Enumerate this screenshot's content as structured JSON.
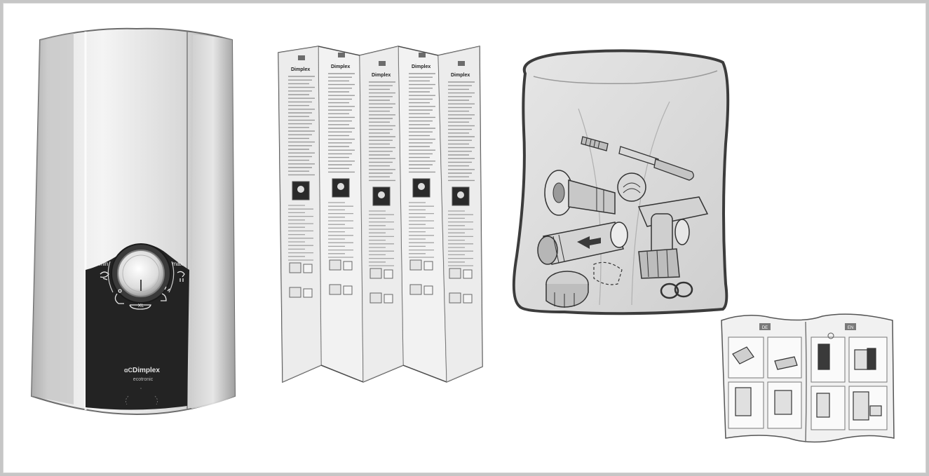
{
  "heater": {
    "brand_text": "Dimplex",
    "model_text": "ecotronic",
    "dial_min_label": "min",
    "dial_max_label": "max",
    "dial_xl_label": "XL"
  },
  "leaflet": {
    "brand_text": "Dimplex"
  },
  "booklet": {
    "left_tab": "DE",
    "right_tab": "EN"
  },
  "colors": {
    "background": "#ffffff",
    "border": "#c6c6c6",
    "line": "#3c3c3c",
    "panel_dark": "#232323"
  }
}
